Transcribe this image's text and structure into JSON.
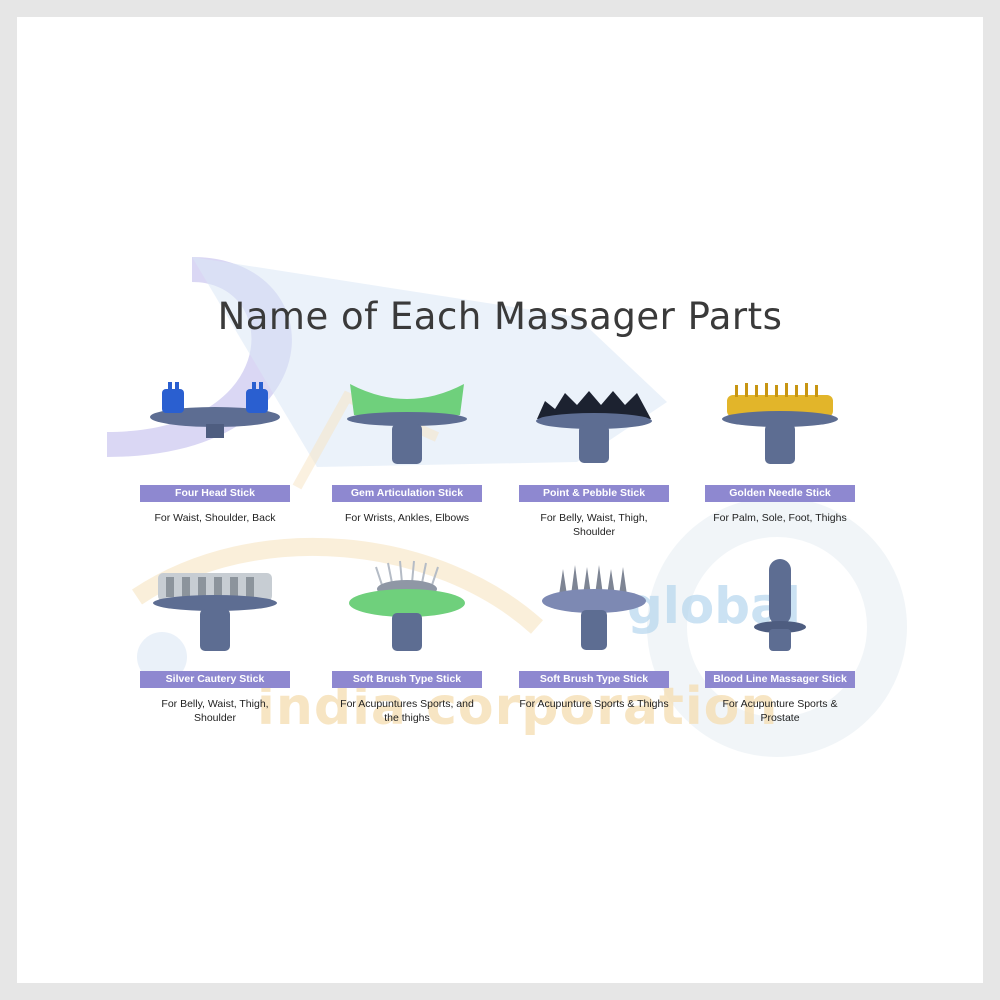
{
  "title": "Name of Each Massager Parts",
  "watermark": {
    "line1": "global",
    "line2": "india corporation"
  },
  "colors": {
    "label_bg": "#8e88d0",
    "stick_body": "#5d6d92",
    "gem_green": "#6fd07c",
    "gold": "#e2b52a",
    "silver": "#c7cdd3"
  },
  "parts": [
    {
      "name": "Four Head Stick",
      "use": "For Waist, Shoulder, Back",
      "icon": "four-head-stick-icon"
    },
    {
      "name": "Gem Articulation Stick",
      "use": "For Wrists, Ankles, Elbows",
      "icon": "gem-articulation-stick-icon"
    },
    {
      "name": "Point & Pebble Stick",
      "use": "For Belly, Waist, Thigh, Shoulder",
      "icon": "point-pebble-stick-icon"
    },
    {
      "name": "Golden Needle Stick",
      "use": "For Palm, Sole, Foot, Thighs",
      "icon": "golden-needle-stick-icon"
    },
    {
      "name": "Silver Cautery Stick",
      "use": "For Belly, Waist, Thigh, Shoulder",
      "icon": "silver-cautery-stick-icon"
    },
    {
      "name": "Soft Brush Type Stick",
      "use": "For Acupuntures Sports, and the thighs",
      "icon": "soft-brush-green-stick-icon"
    },
    {
      "name": "Soft Brush Type Stick",
      "use": "For Acupunture Sports & Thighs",
      "icon": "soft-brush-blue-stick-icon"
    },
    {
      "name": "Blood Line Massager Stick",
      "use": "For Acupunture Sports & Prostate",
      "icon": "blood-line-stick-icon"
    }
  ]
}
